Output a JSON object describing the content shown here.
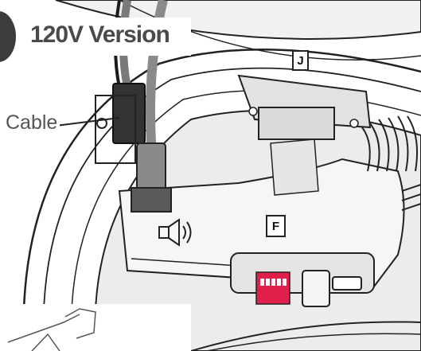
{
  "title": "120V Version",
  "cable_label": "Cable",
  "callouts": {
    "top_component": "J",
    "base_component": "F"
  },
  "colors": {
    "line": "#222222",
    "panel_light": "#e9e9e9",
    "panel_mid": "#cfcfcf",
    "dip_switch": "#e0204a",
    "badge": "#3c3c3c"
  }
}
